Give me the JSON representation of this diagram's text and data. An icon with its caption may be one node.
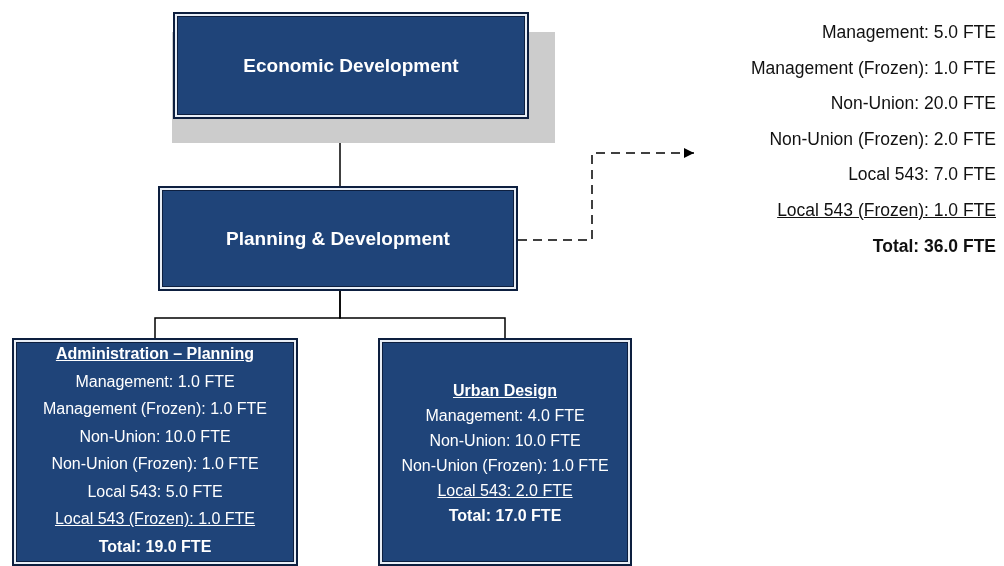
{
  "diagram": {
    "nodes": [
      {
        "text": [
          "Economic Development"
        ]
      },
      {
        "text": [
          "Planning & Development"
        ]
      },
      {
        "text": [
          "Administration – Planning",
          "Management: 1.0 FTE",
          "Management (Frozen): 1.0 FTE",
          "Non-Union: 10.0 FTE",
          "Non-Union (Frozen): 1.0 FTE",
          "Local 543: 5.0 FTE",
          "Local 543 (Frozen): 1.0 FTE",
          "Total: 19.0 FTE"
        ]
      },
      {
        "text": [
          "Urban Design",
          "Management: 4.0 FTE",
          "Non-Union: 10.0 FTE",
          "Non-Union (Frozen): 1.0 FTE",
          "Local 543: 2.0 FTE",
          "Total: 17.0 FTE"
        ]
      },
      {
        "text": [
          "Management: 5.0 FTE",
          "Management (Frozen): 1.0 FTE",
          "Non-Union: 20.0 FTE",
          "Non-Union (Frozen): 2.0 FTE",
          "Local 543: 7.0 FTE",
          "Local 543 (Frozen): 1.0 FTE",
          "Total: 36.0 FTE"
        ]
      }
    ],
    "edges": [
      {
        "from": 0,
        "to": 1,
        "arrow": "none"
      },
      {
        "from": 1,
        "to": 2,
        "arrow": "none"
      },
      {
        "from": 1,
        "to": 3,
        "arrow": "none"
      },
      {
        "from": 1,
        "to": 4,
        "arrow": "to",
        "style": "dashed"
      }
    ]
  }
}
